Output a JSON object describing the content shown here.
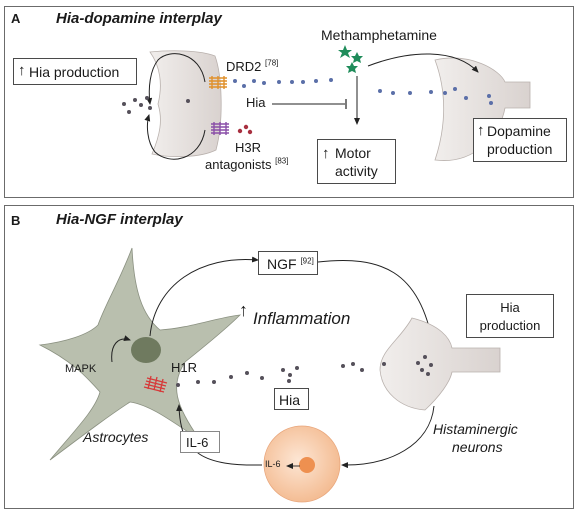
{
  "panel_a": {
    "letter": "A",
    "title": "Hia-dopamine interplay",
    "hia_production": "Hia production",
    "drd2": "DRD2",
    "drd2_ref": "[78]",
    "methamphetamine": "Methamphetamine",
    "hia": "Hia",
    "h3r": "H3R",
    "antagonists": "antagonists",
    "antagonists_ref": "[83]",
    "motor_activity_line1": "Motor",
    "motor_activity_line2": "activity",
    "dopamine_line1": "Dopamine",
    "dopamine_line2": "production"
  },
  "panel_b": {
    "letter": "B",
    "title": "Hia-NGF interplay",
    "ngf": "NGF",
    "ngf_ref": "[92]",
    "hia_production_line1": "Hia",
    "hia_production_line2": "production",
    "inflammation": "Inflammation",
    "mapk": "MAPK",
    "h1r": "H1R",
    "hia": "Hia",
    "astrocytes": "Astrocytes",
    "il6_box": "IL-6",
    "il6_cell": "IL-6",
    "histaminergic_line1": "Histaminergic",
    "histaminergic_line2": "neurons"
  },
  "colors": {
    "neuron_fill": "#e6e1df",
    "astrocyte_fill": "#b9bfae",
    "nucleus_fill": "#6f7a5f",
    "histamine_dot": "#55505a",
    "dopamine_dot": "#5b6fa8",
    "star_green": "#1f8c5a",
    "receptor_orange": "#e0902a",
    "receptor_purple": "#8a4fa8",
    "receptor_red": "#d63a3a",
    "antagonist_red": "#a83040",
    "il6_cell_fill": "#f7c9a8",
    "il6_nucleus": "#ee9050"
  }
}
